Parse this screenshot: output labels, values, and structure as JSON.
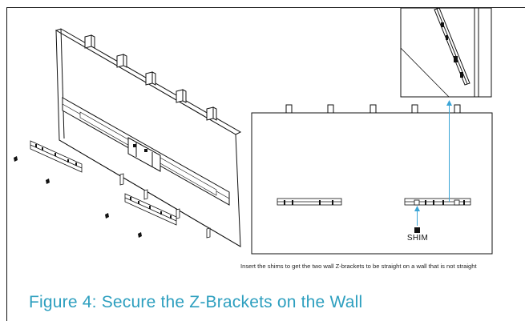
{
  "labels": {
    "shim": "SHIM"
  },
  "caption_note": "Insert the shims to get the two wall Z-brackets to be straight on a wall that is not straight",
  "figure_title": "Figure 4: Secure the Z-Brackets on the Wall",
  "colors": {
    "accent": "#2d9fbf",
    "leader_line": "#3aa5d6",
    "line_art": "#111111"
  }
}
